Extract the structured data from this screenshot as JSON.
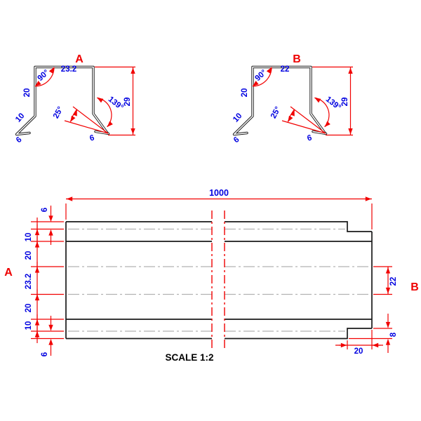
{
  "drawing": {
    "scale_label": "SCALE 1:2",
    "profile_a": {
      "label": "A",
      "top_width": "23.2",
      "corner_angle": "90°",
      "leg": "20",
      "diagonal": "10",
      "hem_left": "6",
      "hem_angle": "25°",
      "bend_angle": "139°",
      "hem_right": "6",
      "height": "29"
    },
    "profile_b": {
      "label": "B",
      "top_width": "22",
      "corner_angle": "90°",
      "leg": "20",
      "diagonal": "10",
      "hem_left": "6",
      "hem_angle": "25°",
      "bend_angle": "139°",
      "hem_right": "6",
      "height": "29"
    },
    "plan": {
      "label_left": "A",
      "label_right": "B",
      "length": "1000",
      "left_chain": [
        "6",
        "10",
        "20",
        "23.2",
        "20",
        "10",
        "6"
      ],
      "right_width": "22",
      "notch_height": "8",
      "notch_width": "20"
    },
    "colors": {
      "dimension_red": "#f10000",
      "dim_text_blue": "#0000e0",
      "view_label_red": "#ee0000",
      "outline_black": "#1a1a1a",
      "centerline_gray": "#b2b2b2"
    }
  }
}
